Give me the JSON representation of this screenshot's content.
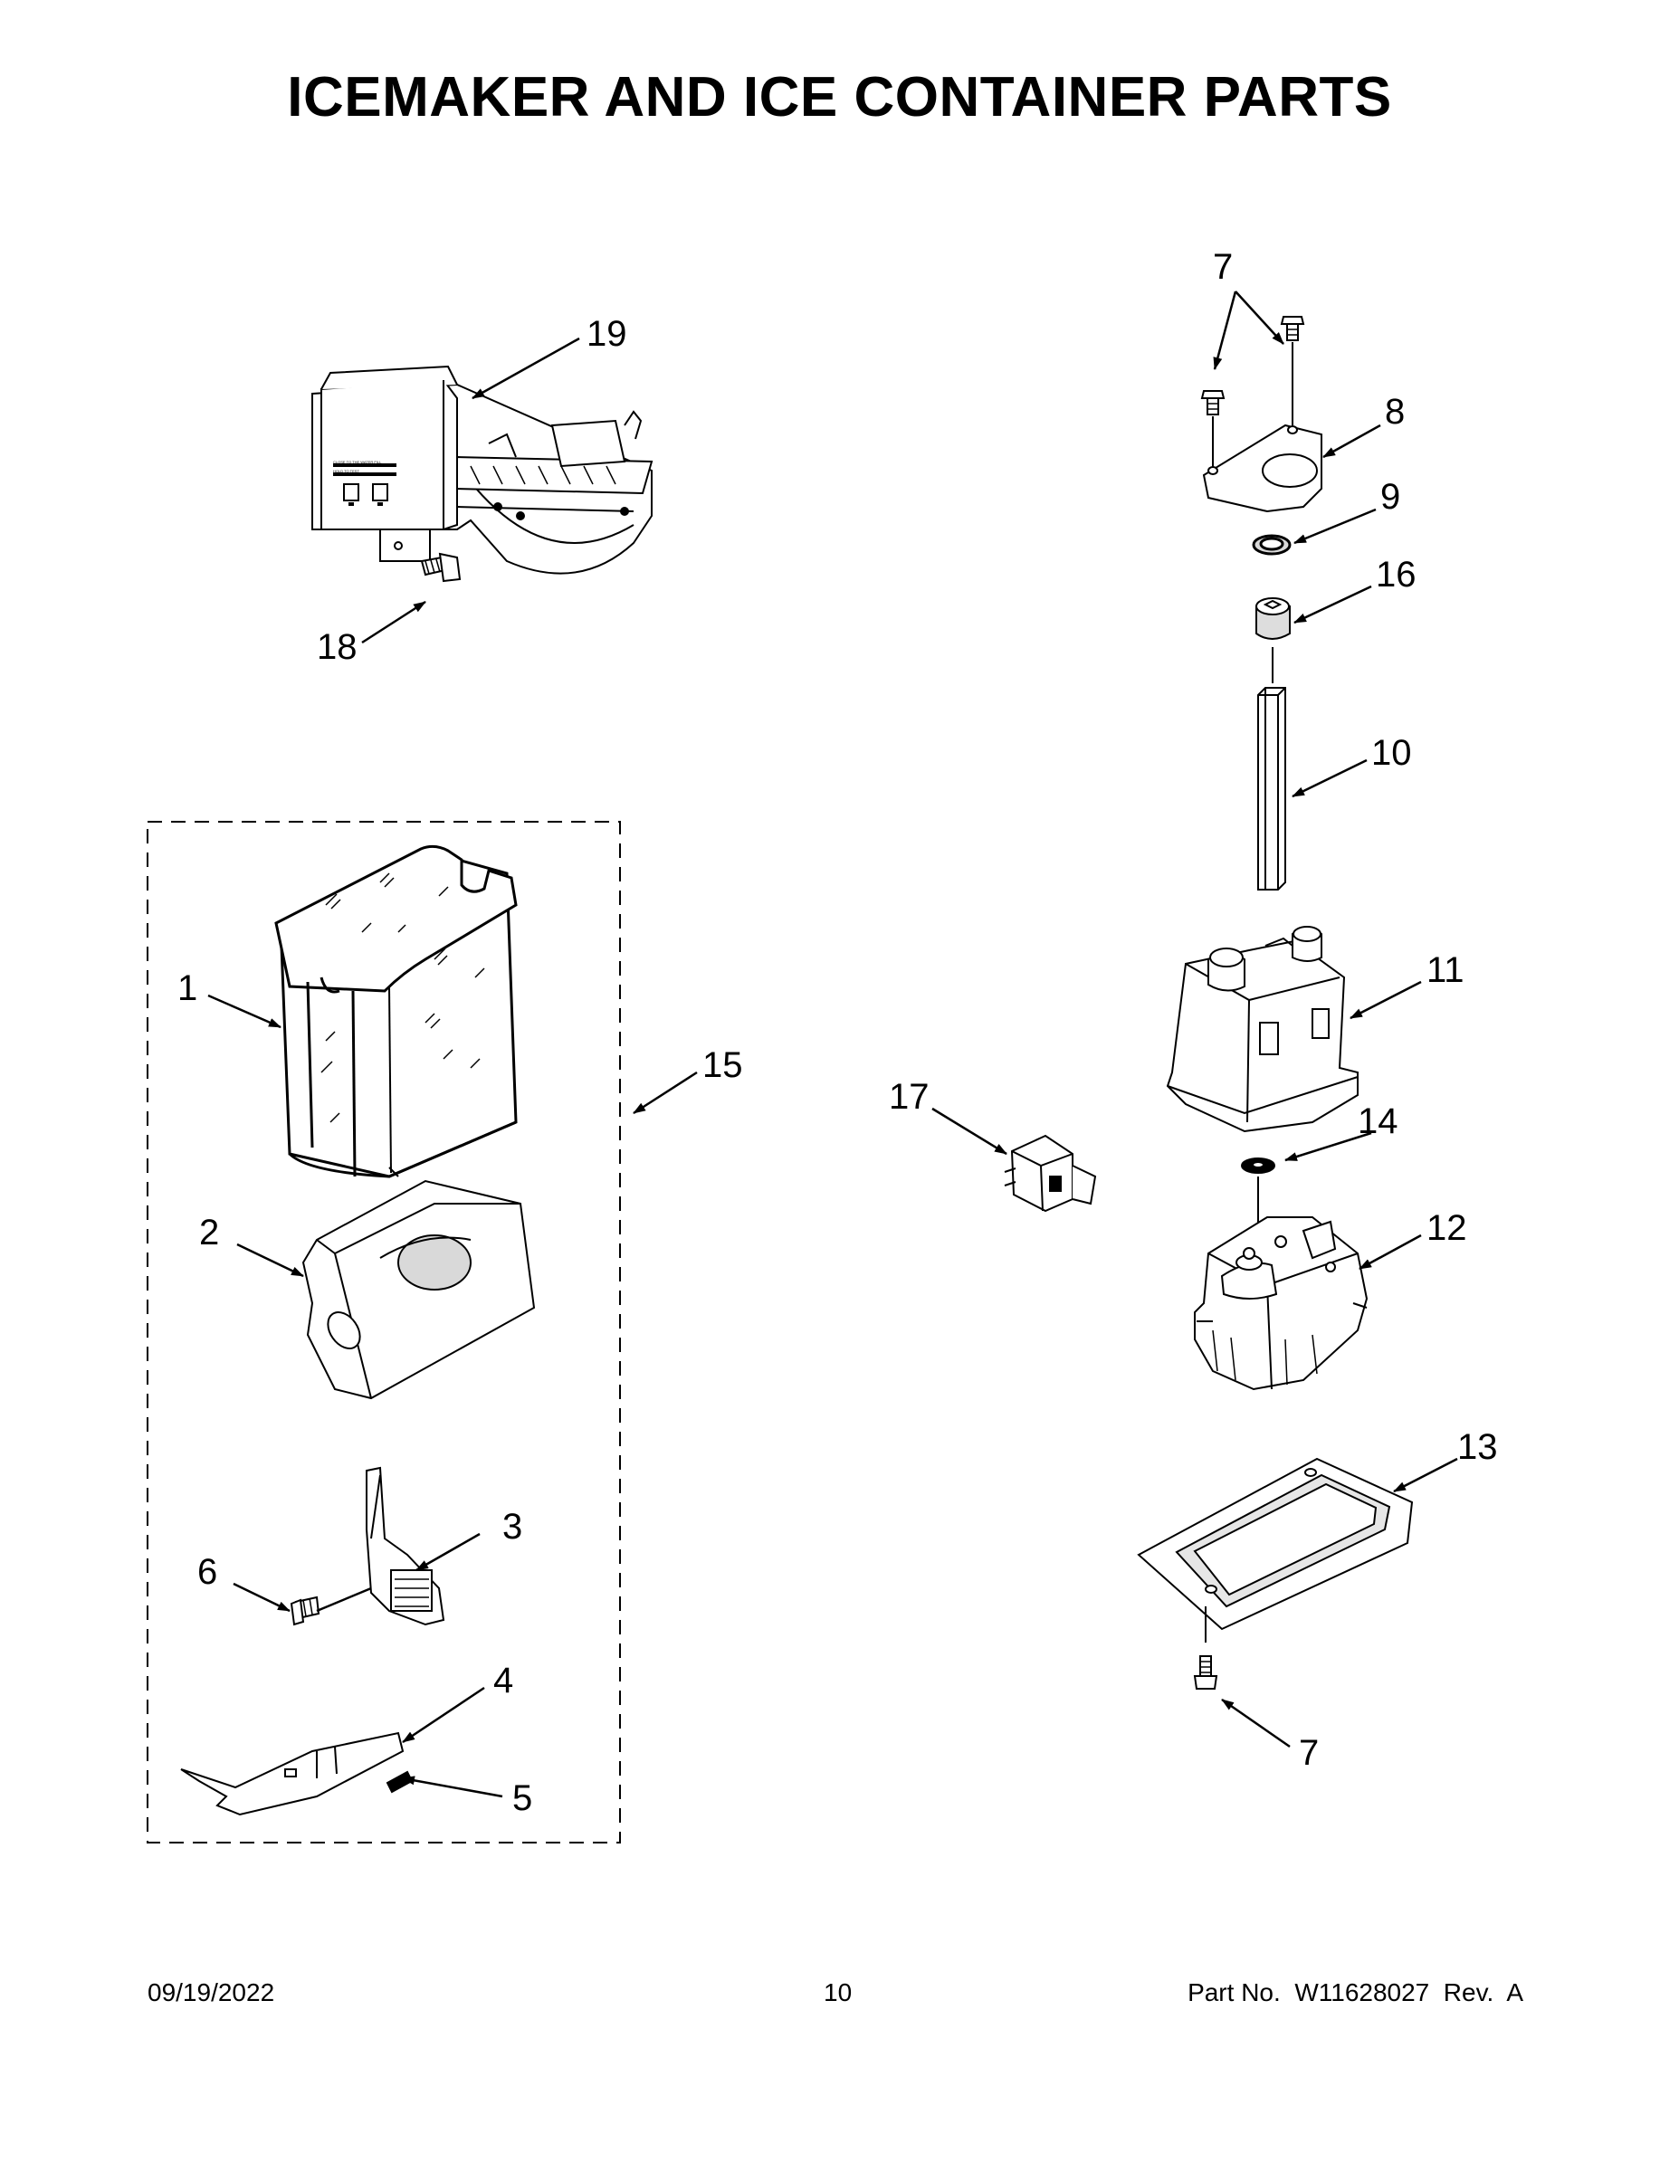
{
  "title": "ICEMAKER AND ICE CONTAINER PARTS",
  "callouts": {
    "c1": "1",
    "c2": "2",
    "c3": "3",
    "c4": "4",
    "c5": "5",
    "c6": "6",
    "c7a": "7",
    "c7b": "7",
    "c8": "8",
    "c9": "9",
    "c10": "10",
    "c11": "11",
    "c12": "12",
    "c13": "13",
    "c14": "14",
    "c15": "15",
    "c16": "16",
    "c17": "17",
    "c18": "18",
    "c19": "19"
  },
  "icemaker_label": {
    "line1": "CLOSE TO THE WATER FILL",
    "line2": "HOLD TO TEST"
  },
  "footer": {
    "date": "09/19/2022",
    "page": "10",
    "part_no": "Part No.  W11628027  Rev.  A"
  },
  "colors": {
    "ink": "#000000",
    "part_fill": "#ffffff",
    "shade": "#d9d9d9"
  }
}
